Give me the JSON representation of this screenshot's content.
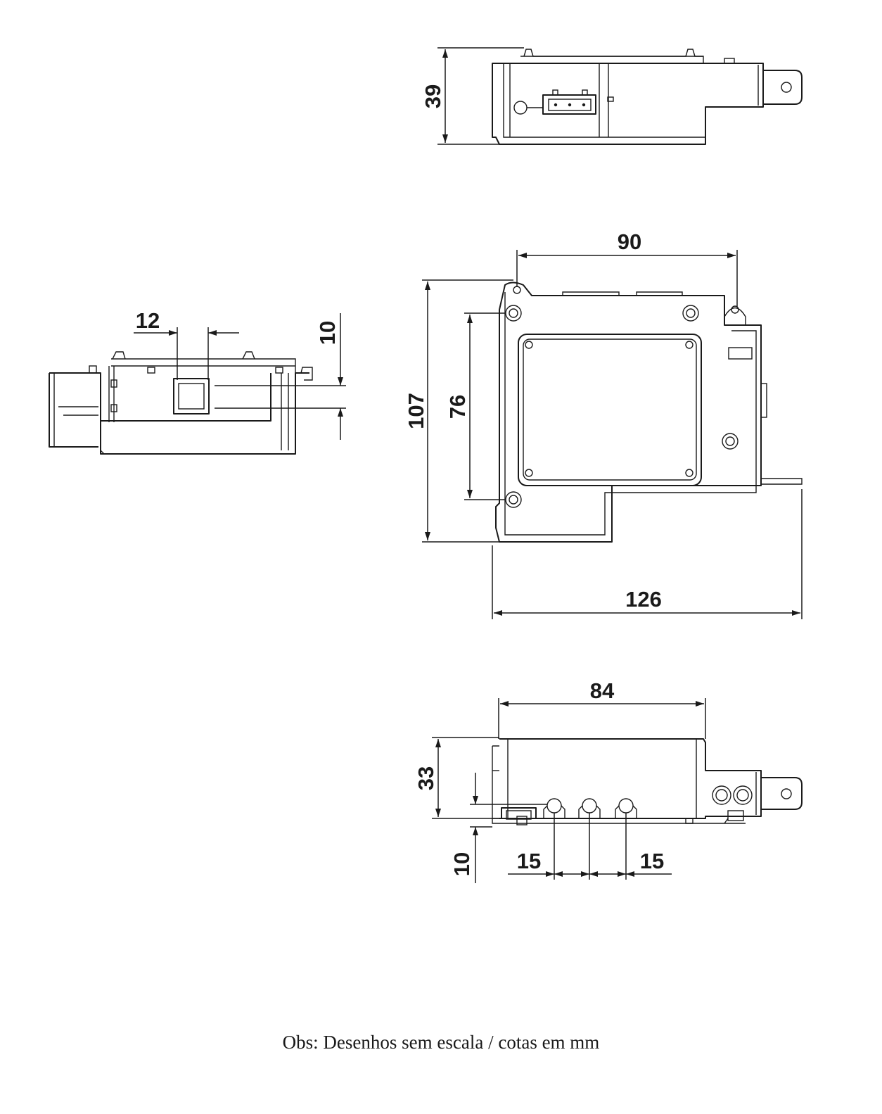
{
  "dimensions": {
    "top_view_height": "39",
    "side_view_slot_width": "12",
    "side_view_slot_height": "10",
    "main_view_hole_spacing": "90",
    "main_view_total_height": "107",
    "main_view_hole_height": "76",
    "main_view_total_width": "126",
    "bottom_view_width": "84",
    "bottom_view_height": "33",
    "bottom_view_offset": "10",
    "bottom_view_pitch_left": "15",
    "bottom_view_pitch_right": "15"
  },
  "note": "Obs: Desenhos sem escala / cotas em mm"
}
